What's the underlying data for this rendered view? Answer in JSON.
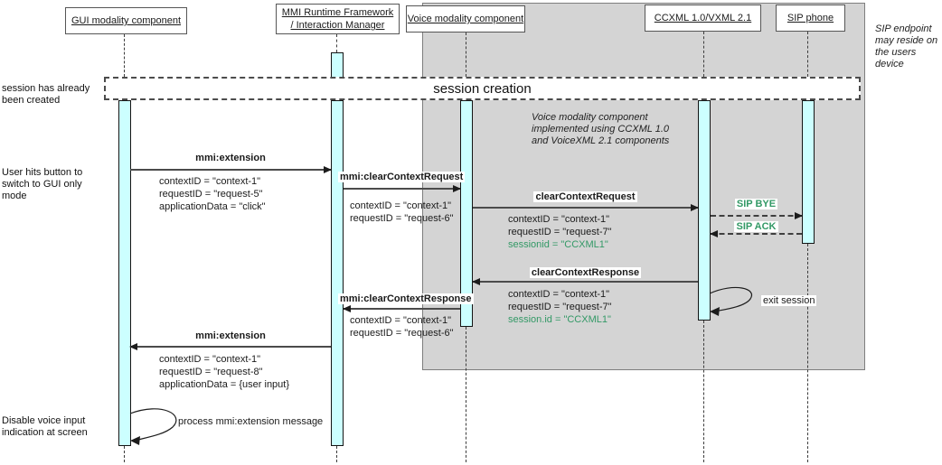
{
  "colors": {
    "activation_fill": "#ccffff",
    "subsystem_fill": "#d4d4d4",
    "sip_green": "#339966"
  },
  "actors": {
    "gui": {
      "label": "GUI modality component"
    },
    "mmi": {
      "line1": "MMI Runtime Framework",
      "line2": "/ Interaction Manager"
    },
    "voice": {
      "label": "Voice modality component"
    },
    "ccxml": {
      "label": "CCXML 1.0/VXML 2.1"
    },
    "sip": {
      "label": "SIP phone"
    }
  },
  "frame": {
    "session_creation": "session creation"
  },
  "notes": {
    "session_created": "session has already been created",
    "user_action": "User hits button to switch to GUI only mode",
    "disable_voice": "Disable voice input indication at screen",
    "sip_endpoint": "SIP endpoint may reside on the users device",
    "voice_impl": "Voice modality component implemented using CCXML 1.0 and VoiceXML 2.1 components"
  },
  "messages": {
    "mmi_extension_to_im": {
      "label": "mmi:extension",
      "params": [
        "contextID = \"context-1\"",
        "requestID = \"request-5\"",
        "applicationData = \"click\""
      ]
    },
    "mmi_clear_context_request": {
      "label": "mmi:clearContextRequest",
      "params": [
        "contextID = \"context-1\"",
        "requestID = \"request-6\""
      ]
    },
    "clear_context_request": {
      "label": "clearContextRequest",
      "params": [
        "contextID = \"context-1\"",
        "requestID = \"request-7\"",
        "sessionid = \"CCXML1\""
      ]
    },
    "sip_bye": {
      "label": "SIP BYE"
    },
    "sip_ack": {
      "label": "SIP ACK"
    },
    "clear_context_response": {
      "label": "clearContextResponse",
      "params": [
        "contextID = \"context-1\"",
        "requestID = \"request-7\"",
        "session.id = \"CCXML1\""
      ]
    },
    "exit_session": {
      "label": "exit session"
    },
    "mmi_clear_context_response": {
      "label": "mmi:clearContextResponse",
      "params": [
        "contextID = \"context-1\"",
        "requestID = \"request-6\""
      ]
    },
    "mmi_extension_to_gui": {
      "label": "mmi:extension",
      "params": [
        "contextID = \"context-1\"",
        "requestID = \"request-8\"",
        "applicationData = {user input}"
      ]
    },
    "process_extension": {
      "label": "process mmi:extension message"
    }
  }
}
